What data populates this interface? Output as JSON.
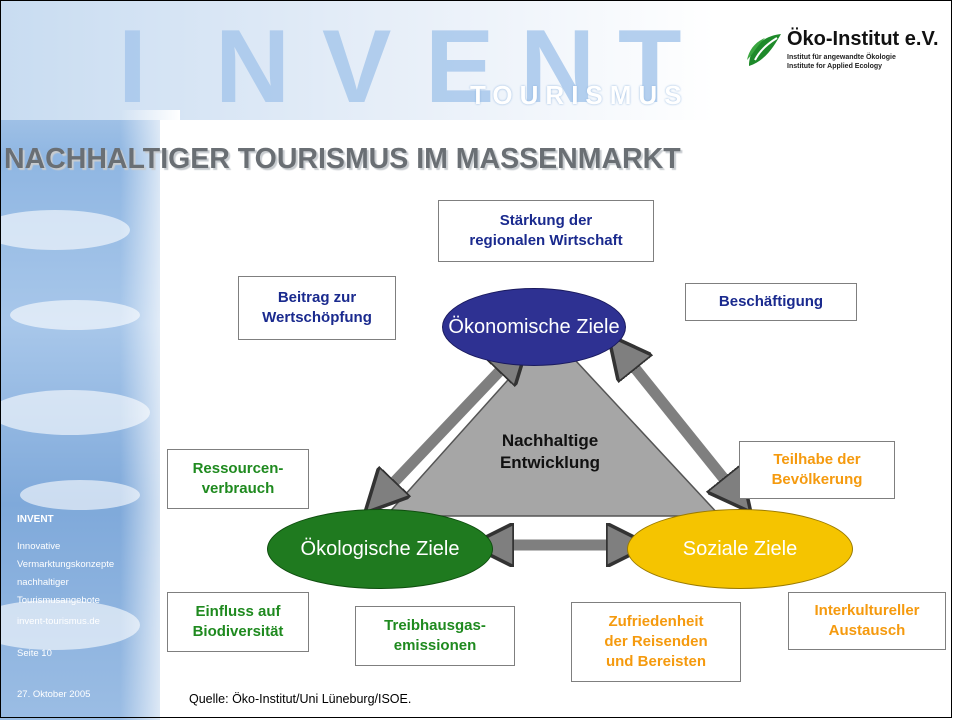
{
  "header": {
    "invent_letters": [
      "I",
      "N",
      "V",
      "E",
      "N",
      "T"
    ],
    "tourismus": "TOURISMUS",
    "logo_name": "Öko-Institut e.V.",
    "logo_line1": "Institut für angewandte Ökologie",
    "logo_line2": "Institute for Applied Ecology"
  },
  "title": "NACHHALTIGER TOURISMUS IM MASSENMARKT",
  "sidebar": {
    "heading": "INVENT",
    "lines": [
      "Innovative",
      "Vermarktungskonzepte",
      "nachhaltiger",
      "Tourismusangebote"
    ],
    "website": "invent-tourismus.de",
    "page": "Seite 10",
    "date": "27. Oktober 2005"
  },
  "diagram": {
    "center": [
      "Nachhaltige",
      "Entwicklung"
    ],
    "ellipses": {
      "economic": "Ökonomische Ziele",
      "ecological": "Ökologische Ziele",
      "social": "Soziale Ziele"
    },
    "boxes": {
      "staerkung": [
        "Stärkung der",
        "regionalen Wirtschaft"
      ],
      "beitrag": [
        "Beitrag zur",
        "Wertschöpfung"
      ],
      "beschaeftigung": [
        "Beschäftigung"
      ],
      "ressourcen": [
        "Ressourcen-",
        "verbrauch"
      ],
      "teilhabe": [
        "Teilhabe der",
        "Bevölkerung"
      ],
      "einfluss": [
        "Einfluss auf",
        "Biodiversität"
      ],
      "treibhaus": [
        "Treibhausgas-",
        "emissionen"
      ],
      "zufriedenheit": [
        "Zufriedenheit",
        "der Reisenden",
        "und Bereisten"
      ],
      "interkulturell": [
        "Interkultureller",
        "Austausch"
      ]
    },
    "colors": {
      "economic": "#2e3192",
      "ecological": "#1f7a1f",
      "social": "#f5c400",
      "triangle": "#a6a6a6",
      "arrow": "#7f7f7f"
    }
  },
  "source": "Quelle: Öko-Institut/Uni Lüneburg/ISOE."
}
